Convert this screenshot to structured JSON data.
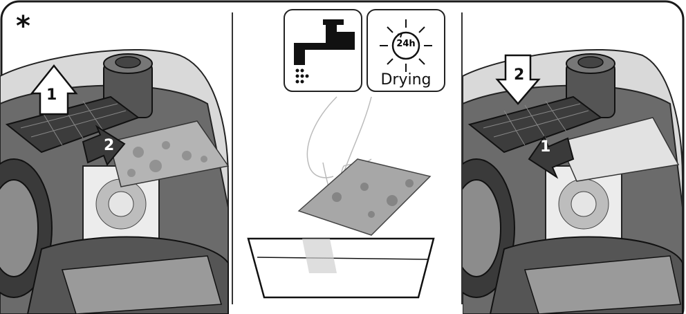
{
  "marker": {
    "symbol": "*"
  },
  "left_panel": {
    "arrow_up_label": "1",
    "arrow_right_label": "2"
  },
  "middle_panel": {
    "drying_badge": "24h",
    "drying_label": "Drying"
  },
  "right_panel": {
    "arrow_down_label": "2",
    "arrow_insert_label": "1"
  },
  "colors": {
    "line": "#2a2a2a",
    "device_dark": "#4a4a4a",
    "device_mid": "#8a8a8a",
    "filter": "#b8b8b8"
  }
}
